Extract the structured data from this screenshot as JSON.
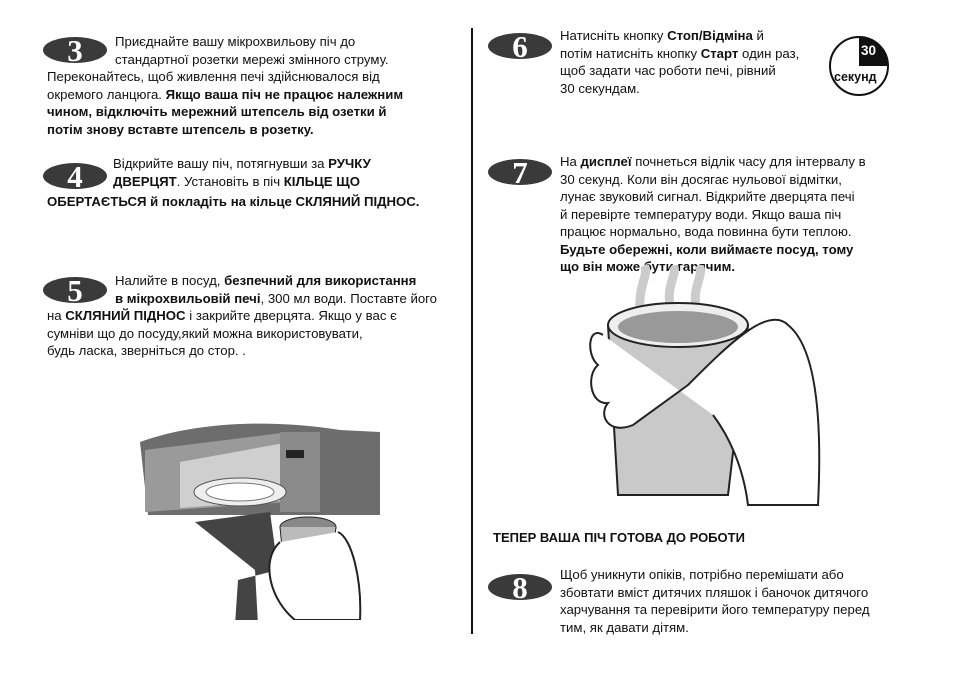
{
  "steps": {
    "s3": {
      "number": "3",
      "t1": "Приєднайте вашу мікрохвильову піч до",
      "t2": "стандартної розетки мережі змінного струму.",
      "t3": "Переконайтесь, щоб живлення печі здійснювалося від",
      "t4a": "окремого ланцюга. ",
      "t4b": "Якщо ваша піч не працює належним",
      "t5": "чином, відключіть мережний штепсель від озетки й",
      "t6": "потім знову вставте штепсель в розетку."
    },
    "s4": {
      "number": "4",
      "t1a": "Відкрийте вашу піч, потягнувши за ",
      "t1b": "РУЧКУ",
      "t2a": "ДВЕРЦЯТ",
      "t2b": ". Установіть в піч ",
      "t2c": "КІЛЬЦЕ ЩО",
      "t3a": "ОБЕРТАЄТЬСЯ",
      "t3b": " й покладіть на кільце ",
      "t3c": "СКЛЯНИЙ ПІДНОС."
    },
    "s5": {
      "number": "5",
      "t1a": "Налийте в посуд, ",
      "t1b": "безпечний  для використання",
      "t2a": "в мікрохвильовій печі",
      "t2b": ", 300 мл води. Поставте його",
      "t3a": "на ",
      "t3b": "СКЛЯНИЙ ПІДНОС",
      "t3c": "  і закрийте дверцята. Якщо у вас є",
      "t4": "сумніви що до посуду,який  можна використовувати,",
      "t5": "будь ласка, зверніться до стор.      ."
    },
    "s6": {
      "number": "6",
      "t1a": "Натисніть кнопку ",
      "t1b": "Стоп/Відміна",
      "t1c": " й",
      "t2a": "потім натисніть кнопку ",
      "t2b": "Старт",
      "t2c": " один раз,",
      "t3": "щоб задати час роботи печі, рівний",
      "t4": "30 секундам."
    },
    "s7": {
      "number": "7",
      "t1a": "На ",
      "t1b": "дисплеї",
      "t1c": " почнеться відлік часу для інтервалу в",
      "t2": "30 секунд. Коли він досягає нульової  відмітки,",
      "t3": "лунає звуковий сигнал.  Відкрийте дверцята печі",
      "t4": "й перевірте температуру води. Якщо ваша піч",
      "t5": "працює нормально, вода повинна бути теплою.",
      "t6": "Будьте обережні, коли виймаєте посуд, тому",
      "t7": "що він може бути гарячим."
    },
    "s8": {
      "number": "8",
      "t1": "Щоб уникнути опіків, потрібно перемішати або",
      "t2": "збовтати вміст дитячих пляшок і баночок дитячого",
      "t3": "харчування та перевірити його температуру перед",
      "t4": "тим, як давати дітям."
    }
  },
  "timer": {
    "value": "30",
    "label": "секунд"
  },
  "ready_text": "ТЕПЕР ВАША ПІЧ ГОТОВА ДО РОБОТИ",
  "colors": {
    "badge": "#3a3a3a",
    "ink": "#111111"
  }
}
